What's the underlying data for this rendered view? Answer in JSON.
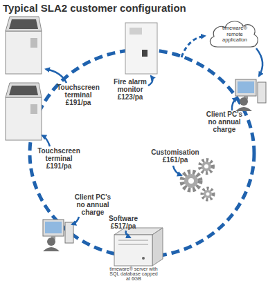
{
  "diagram": {
    "title": "Typical SLA2 customer configuration",
    "nodes": [
      {
        "text": [
          "timeware® remote application"
        ]
      }
    ],
    "labels": [
      "Touchscreen terminal",
      "£191/pa",
      "Fire alarm monitor",
      "£123/pa",
      "Client PC's no annual charge",
      "Touchscreen terminal",
      "£191/pa",
      "Customisation",
      "£161/pa",
      "Client PC's no annual charge",
      "Software",
      "£517/pa",
      "timeware® server with SQL database capped at 6GB"
    ]
  }
}
